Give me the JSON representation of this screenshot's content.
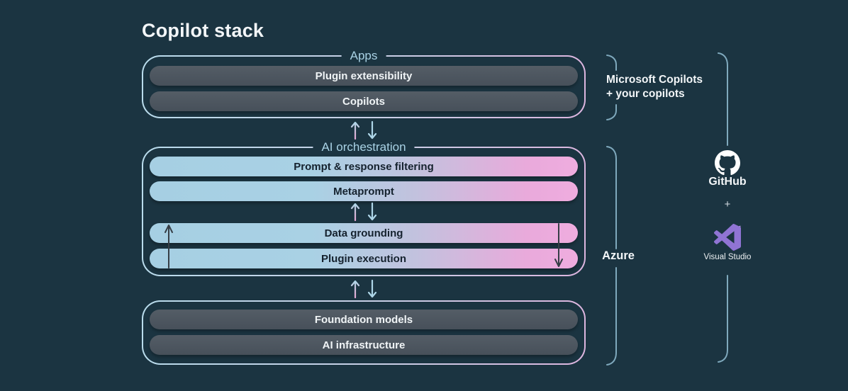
{
  "title": "Copilot stack",
  "stack": {
    "apps": {
      "label": "Apps",
      "pills": [
        "Plugin extensibility",
        "Copilots"
      ]
    },
    "ai_orchestration": {
      "label": "AI orchestration",
      "pills_top": [
        "Prompt & response filtering",
        "Metaprompt"
      ],
      "pills_bottom": [
        "Data grounding",
        "Plugin execution"
      ]
    },
    "foundation": {
      "pills": [
        "Foundation models",
        "AI infrastructure"
      ]
    }
  },
  "annotations": {
    "apps_bracket": {
      "line1": "Microsoft Copilots",
      "line2": "+ your copilots"
    },
    "azure_bracket": {
      "label": "Azure"
    },
    "tools": {
      "github_label": "GitHub",
      "plus": "+",
      "visual_studio_label": "Visual Studio"
    }
  },
  "icons": {
    "up_arrow": "↑",
    "down_arrow": "↓",
    "github": "github-octocat-logo",
    "visual_studio": "visual-studio-logo"
  },
  "colors": {
    "background": "#1b3441",
    "pill_dark": "#4c555e",
    "pill_gradient_blue": "#a6cfe3",
    "pill_gradient_pink": "#eba9dc",
    "label_accent": "#a9d2e5",
    "bracket": "#7fa9bd",
    "arrow_blue": "#aed6e8",
    "arrow_pink": "#e6a8d4",
    "arrow_dark": "#363e46",
    "vs_purple": "#9074d4",
    "text_light": "#f3f6f8"
  }
}
